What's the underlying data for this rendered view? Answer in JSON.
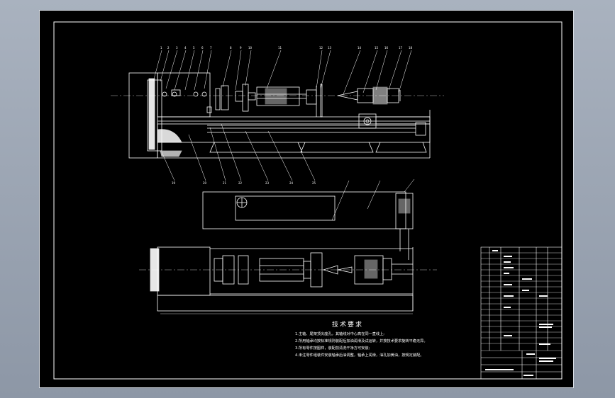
{
  "title_block": {
    "rows": [
      "技术要求"
    ],
    "note": ""
  },
  "tech_requirements": {
    "title": "技术要求",
    "items": [
      "1.主轴、尾架顶尖座孔，其轴线对中心高在同一直线上;",
      "2.所用轴承均按标准规则装配后加油润滑及试运转，并按技术要求旋转平稳无异。",
      "3.所有零件按图样，装配前清洗干净方可安装;",
      "4.未注零件组装件安装轴承后油调整，轴承上润滑，油孔加黄油，按规定装配。"
    ]
  }
}
